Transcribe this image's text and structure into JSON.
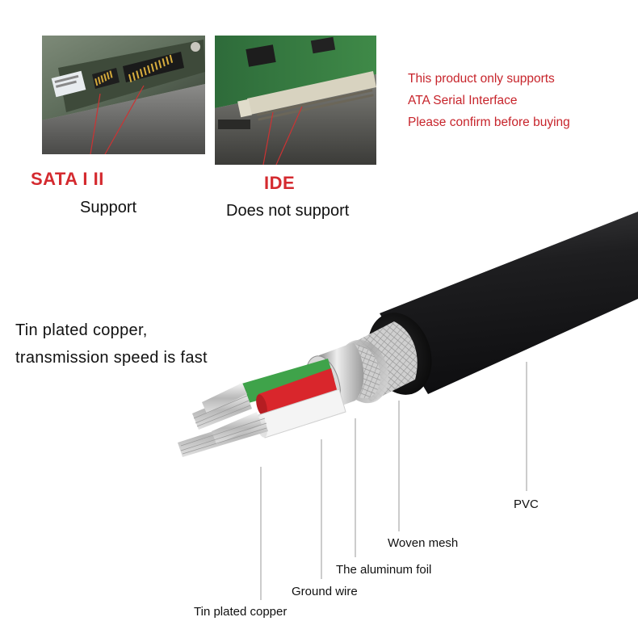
{
  "notice": {
    "line1": "This product only supports",
    "line2": "ATA Serial Interface",
    "line3": "Please confirm before buying"
  },
  "sata": {
    "title": "SATA I II",
    "status": "Support"
  },
  "ide": {
    "title": "IDE",
    "status": "Does not support"
  },
  "caption": {
    "line1": "Tin plated copper,",
    "line2": "transmission speed is fast"
  },
  "callouts": {
    "pvc": "PVC",
    "woven_mesh": "Woven mesh",
    "aluminum_foil": "The aluminum foil",
    "ground_wire": "Ground wire",
    "tin_copper": "Tin plated copper"
  },
  "colors": {
    "label_red": "#d0252c",
    "jacket": "#1c1c1e",
    "wire_green": "#3fa34a",
    "wire_red": "#d9262c",
    "wire_white": "#f2f2f2",
    "foil": "#c9c9c9"
  }
}
